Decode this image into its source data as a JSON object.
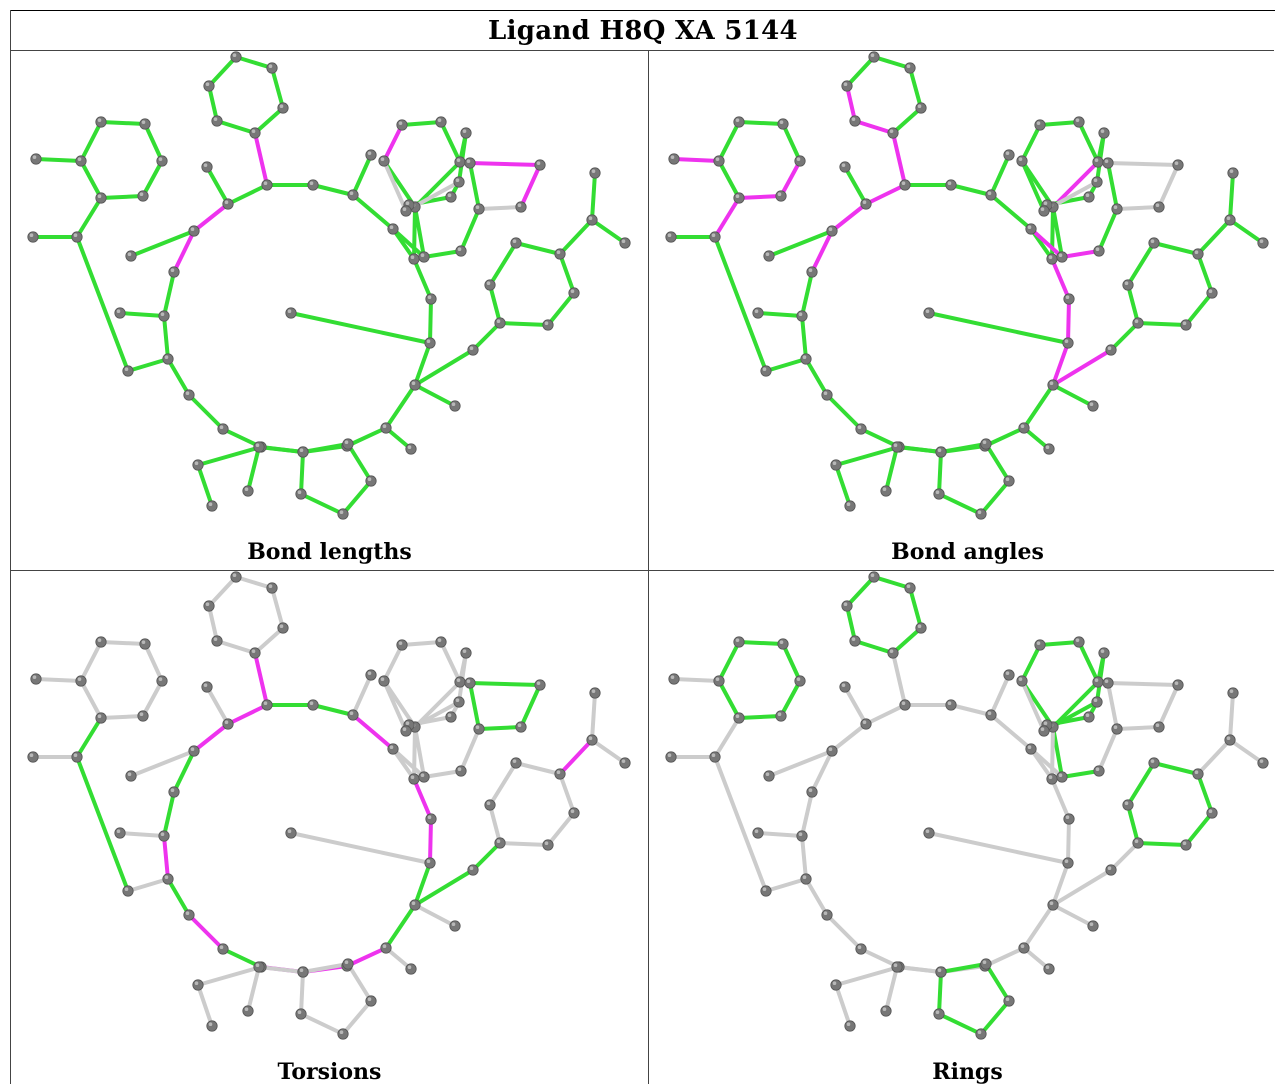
{
  "title": "Ligand H8Q XA 5144",
  "panels": [
    {
      "caption": "Bond lengths"
    },
    {
      "caption": "Bond angles"
    },
    {
      "caption": "Torsions"
    },
    {
      "caption": "Rings"
    }
  ],
  "colors": {
    "ok": "#33dd33",
    "outlier": "#ee33ee",
    "neutral": "#cccccc",
    "atom": "#777777",
    "border": "#444444"
  }
}
